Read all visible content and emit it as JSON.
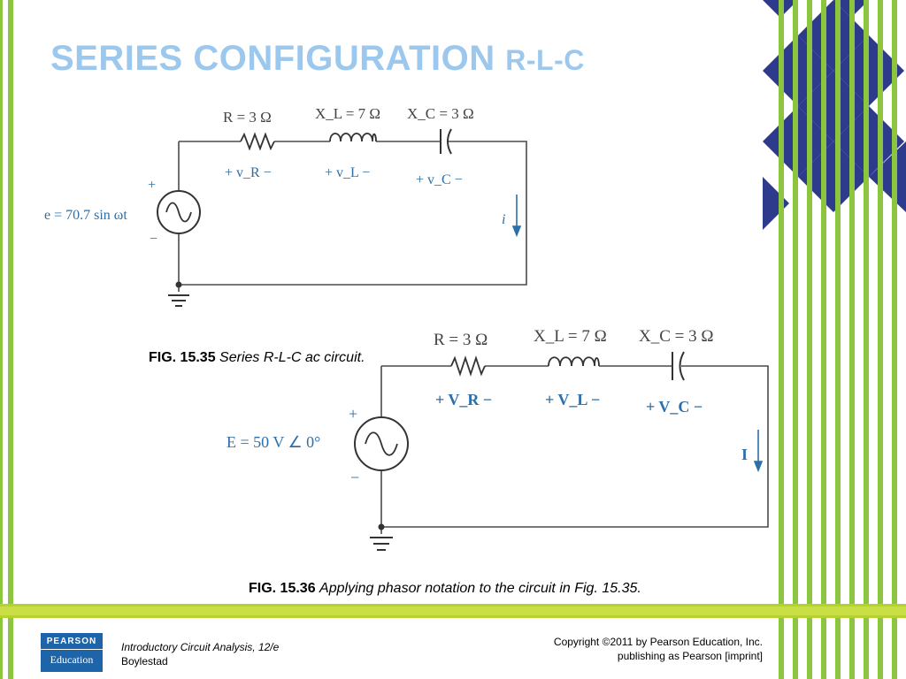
{
  "slide": {
    "title_main": "SERIES CONFIGURATION",
    "title_suffix": "R-L-C"
  },
  "figure1": {
    "r_label": "R = 3 Ω",
    "xl_label": "X_L = 7 Ω",
    "xc_label": "X_C = 3 Ω",
    "source_label": "e = 70.7 sin ωt",
    "vr": "+ v_R −",
    "vl": "+ v_L −",
    "vc": "+ v_C −",
    "current": "i",
    "plus": "+",
    "minus": "−",
    "caption_label": "FIG. 15.35",
    "caption_text": "Series R-L-C ac circuit."
  },
  "figure2": {
    "r_label": "R = 3 Ω",
    "xl_label": "X_L = 7 Ω",
    "xc_label": "X_C = 3 Ω",
    "source_label": "E = 50 V ∠ 0°",
    "vr": "+ V_R −",
    "vl": "+ V_L −",
    "vc": "+ V_C −",
    "current": "I",
    "plus": "+",
    "minus": "−",
    "caption_label": "FIG. 15.36",
    "caption_text": "Applying phasor notation to the circuit in Fig. 15.35."
  },
  "footer": {
    "logo_top": "PEARSON",
    "logo_bottom": "Education",
    "book_title": "Introductory Circuit Analysis, 12/e",
    "author": "Boylestad",
    "copyright": "Copyright ©2011 by Pearson Education, Inc.",
    "imprint": "publishing as Pearson [imprint]"
  },
  "colors": {
    "green": "#8cc63f",
    "navy": "#2e3a8c",
    "title": "#9dc8ee",
    "label_blue": "#2d6fa8"
  }
}
